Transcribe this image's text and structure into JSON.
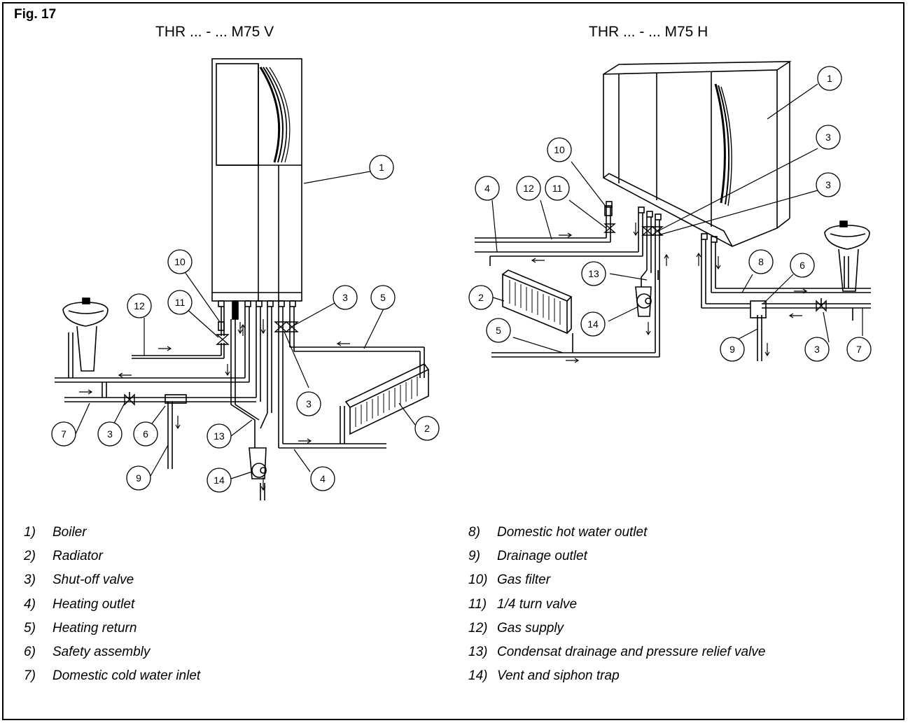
{
  "figure": {
    "label": "Fig. 17",
    "title_vertical": "THR ... - ... M75 V",
    "title_horizontal": "THR ... - ... M75 H"
  },
  "callouts_vertical": [
    "1",
    "10",
    "11",
    "12",
    "3",
    "5",
    "3",
    "7",
    "3",
    "6",
    "13",
    "2",
    "9",
    "14",
    "4"
  ],
  "callouts_horizontal": [
    "1",
    "10",
    "3",
    "4",
    "12",
    "11",
    "3",
    "2",
    "13",
    "8",
    "6",
    "14",
    "5",
    "9",
    "3",
    "7"
  ],
  "legend_left": [
    {
      "num": "1)",
      "text": "Boiler"
    },
    {
      "num": "2)",
      "text": "Radiator"
    },
    {
      "num": "3)",
      "text": "Shut-off valve"
    },
    {
      "num": "4)",
      "text": "Heating outlet"
    },
    {
      "num": "5)",
      "text": "Heating return"
    },
    {
      "num": "6)",
      "text": "Safety assembly"
    },
    {
      "num": "7)",
      "text": "Domestic cold water inlet"
    }
  ],
  "legend_right": [
    {
      "num": "8)",
      "text": "Domestic hot water outlet"
    },
    {
      "num": "9)",
      "text": "Drainage outlet"
    },
    {
      "num": "10)",
      "text": "Gas filter"
    },
    {
      "num": "11)",
      "text": "1/4 turn valve"
    },
    {
      "num": "12)",
      "text": "Gas supply"
    },
    {
      "num": "13)",
      "text": "Condensat drainage and pressure relief valve"
    },
    {
      "num": "14)",
      "text": "Vent and siphon trap"
    }
  ]
}
